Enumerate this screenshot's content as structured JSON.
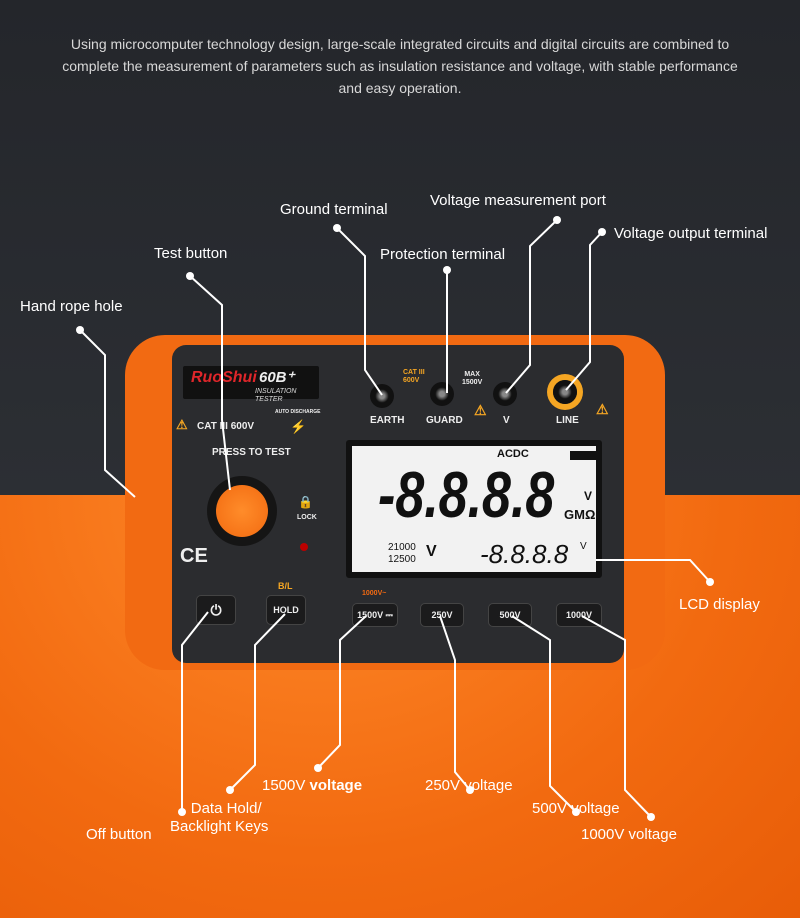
{
  "intro": "Using microcomputer technology design, large-scale integrated circuits and digital circuits are combined to complete the measurement of parameters such as insulation resistance and voltage, with stable performance and easy operation.",
  "callouts": {
    "hand_rope": "Hand rope hole",
    "test_button": "Test button",
    "ground": "Ground terminal",
    "protection": "Protection terminal",
    "voltage_port": "Voltage measurement port",
    "voltage_output": "Voltage output terminal",
    "lcd": "LCD display",
    "off": "Off button",
    "hold_1": "Data Hold/",
    "hold_2": "Backlight Keys",
    "v1500": "1500V",
    "v1500_b": "voltage",
    "v250": "250V voltage",
    "v500": "500V voltage",
    "v1000": "1000V voltage"
  },
  "device": {
    "brand": "RuoShui",
    "model": "60B⁺",
    "subtitle": "INSULATION TESTER",
    "cat": "CAT III 600V",
    "auto_discharge": "AUTO DISCHARGE",
    "press": "PRESS TO TEST",
    "lock": "LOCK",
    "ce": "CE",
    "bl": "B/L",
    "hold": "HOLD",
    "terminals": [
      "EARTH",
      "GUARD",
      "V",
      "LINE"
    ],
    "cat3": "CAT III",
    "cat3v": "600V",
    "max": "MAX",
    "maxv": "1500V",
    "lcd": {
      "mode": "ACDC",
      "main": "-8.8.8.8",
      "unit1": "V",
      "unit2": "GMΩ",
      "r1": "21000",
      "r2": "12500",
      "rv": "V",
      "sub": "-8.8.8.8",
      "subv": "V"
    },
    "range_note": "1000V~",
    "buttons": [
      "1500V ⎓",
      "250V",
      "500V",
      "1000V"
    ]
  },
  "colors": {
    "accent": "#f26a12",
    "dark": "#2b2c2f",
    "warning": "#f5a623"
  }
}
